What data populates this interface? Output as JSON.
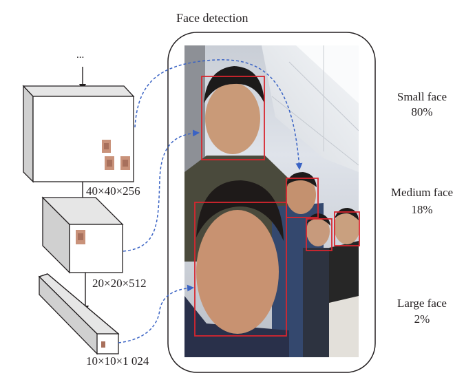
{
  "title": "Face detection",
  "ellipsis": "...",
  "feature_maps": [
    {
      "label": "40×40×256"
    },
    {
      "label": "20×20×512"
    },
    {
      "label": "10×10×1 024"
    }
  ],
  "scales": [
    {
      "name": "Small face",
      "share": "80%"
    },
    {
      "name": "Medium face",
      "share": "18%"
    },
    {
      "name": "Large face",
      "share": "2%"
    }
  ],
  "colors": {
    "box": "#d8262f",
    "arrow": "#3a63c4",
    "line": "#231f20"
  }
}
